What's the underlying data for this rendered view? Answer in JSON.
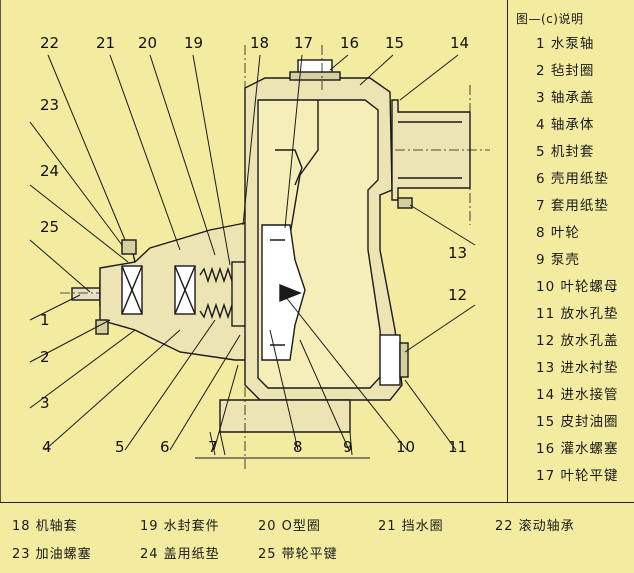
{
  "callout_numbers": {
    "top": [
      "22",
      "21",
      "20",
      "19",
      "18",
      "17",
      "16",
      "15",
      "14"
    ],
    "left": [
      "23",
      "24",
      "25",
      "1",
      "2",
      "3"
    ],
    "bottom": [
      "4",
      "5",
      "6",
      "7",
      "8",
      "9",
      "10",
      "11"
    ],
    "right": [
      "13",
      "12"
    ]
  },
  "legend": {
    "title": "图—(c)说明",
    "items": [
      "1 水泵轴",
      "2 毡封圈",
      "3 轴承盖",
      "4 轴承体",
      "5 机封套",
      "6 壳用纸垫",
      "7 套用纸垫",
      "8 叶轮",
      "9 泵壳",
      "10 叶轮螺母",
      "11 放水孔垫",
      "12 放水孔盖",
      "13 进水衬垫",
      "14 进水接管",
      "15 皮封油圈",
      "16 灌水螺塞",
      "17 叶轮平键"
    ]
  },
  "bottom_legend": {
    "row1": [
      "18 机轴套",
      "19 水封套件",
      "20 O型圈",
      "21 挡水圈",
      "22 滚动轴承"
    ],
    "row2": [
      "23 加油螺塞",
      "24 盖用纸垫",
      "25 带轮平键"
    ]
  }
}
